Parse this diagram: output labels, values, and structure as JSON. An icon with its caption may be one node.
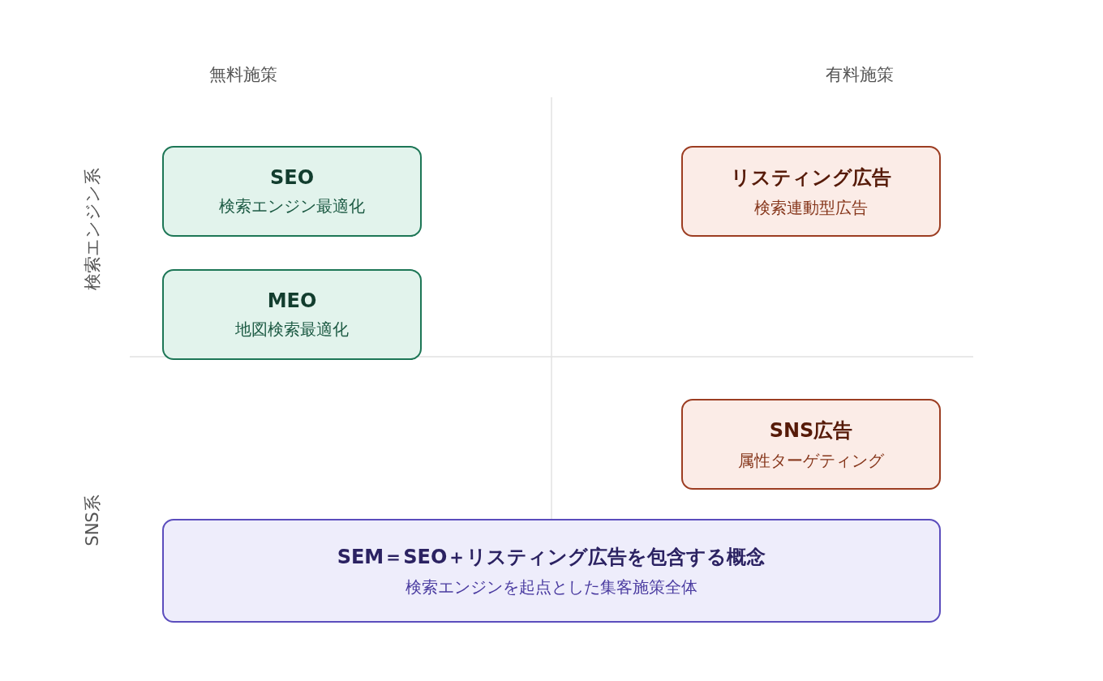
{
  "diagram": {
    "nodes": [
      {
        "text": [
          "SEO",
          "検索エンジン最適化"
        ]
      },
      {
        "text": [
          "MEO",
          "地図検索最適化"
        ]
      },
      {
        "text": [
          "リスティング広告",
          "検索連動型広告"
        ]
      },
      {
        "text": [
          "SNS広告",
          "属性ターゲティング"
        ]
      },
      {
        "text": [
          "SEM＝SEO＋リスティング広告を包含する概念",
          "検索エンジンを起点とした集客施策全体"
        ]
      }
    ],
    "labels": [
      "無料施策",
      "有料施策",
      "検索エンジン系",
      "SNS系"
    ]
  }
}
